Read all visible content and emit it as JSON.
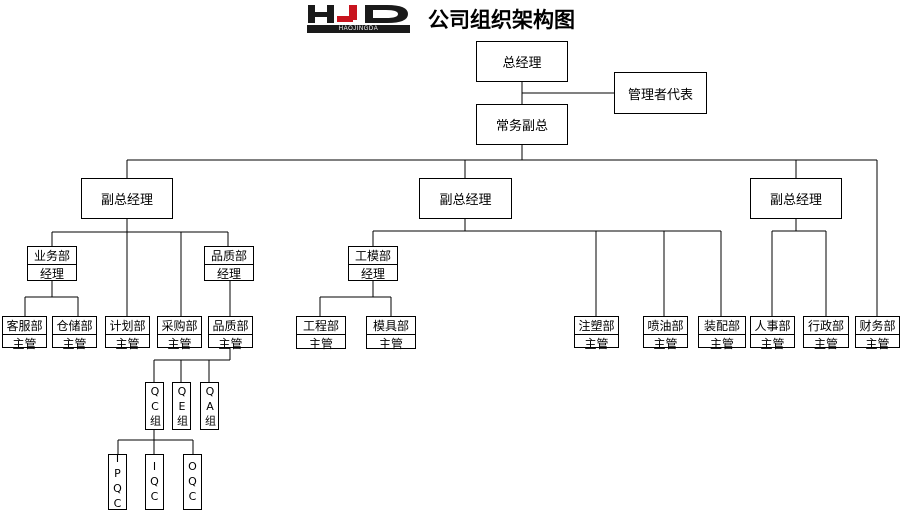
{
  "header": {
    "logo_letters": "HJD",
    "logo_caption": "HAOJINGDA",
    "title": "公司组织架构图"
  },
  "nodes": {
    "gm": "总经理",
    "rep": "管理者代表",
    "exec_vp": "常务副总",
    "vp_left": "副总经理",
    "vp_mid": "副总经理",
    "vp_right": "副总经理",
    "sales": {
      "dept": "业务部",
      "role": "经理"
    },
    "quality_mgr": {
      "dept": "品质部",
      "role": "经理"
    },
    "tooling": {
      "dept": "工模部",
      "role": "经理"
    },
    "cs": {
      "dept": "客服部",
      "role": "主管"
    },
    "warehouse": {
      "dept": "仓储部",
      "role": "主管"
    },
    "planning": {
      "dept": "计划部",
      "role": "主管"
    },
    "purchasing": {
      "dept": "采购部",
      "role": "主管"
    },
    "quality_sup": {
      "dept": "品质部",
      "role": "主管"
    },
    "engineering": {
      "dept": "工程部",
      "role": "主管"
    },
    "mold": {
      "dept": "模具部",
      "role": "主管"
    },
    "injection": {
      "dept": "注塑部",
      "role": "主管"
    },
    "painting": {
      "dept": "喷油部",
      "role": "主管"
    },
    "assembly": {
      "dept": "装配部",
      "role": "主管"
    },
    "hr": {
      "dept": "人事部",
      "role": "主管"
    },
    "admin": {
      "dept": "行政部",
      "role": "主管"
    },
    "finance": {
      "dept": "财务部",
      "role": "主管"
    },
    "qc_group": "QC组",
    "qe_group": "QE组",
    "qa_group": "QA组",
    "ipqc": "IPQC",
    "iqc": "IQC",
    "oqc": "OQC"
  }
}
